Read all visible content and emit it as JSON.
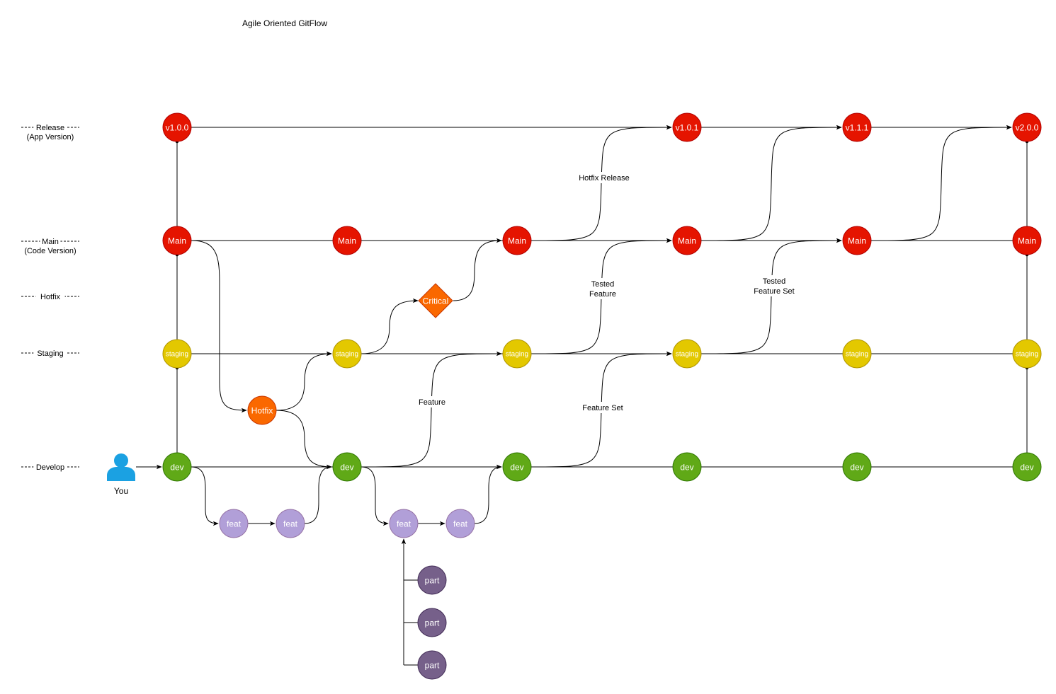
{
  "title": "Agile Oriented GitFlow",
  "actor": {
    "label": "You",
    "icon": "user-icon"
  },
  "lanes": [
    {
      "id": "release",
      "lines": [
        "Release",
        "(App Version)"
      ]
    },
    {
      "id": "main",
      "lines": [
        "Main",
        "(Code Version)"
      ]
    },
    {
      "id": "hotfix",
      "lines": [
        "Hotfix"
      ]
    },
    {
      "id": "staging",
      "lines": [
        "Staging"
      ]
    },
    {
      "id": "develop",
      "lines": [
        "Develop"
      ]
    }
  ],
  "colors": {
    "release": "#e51400",
    "main": "#e51400",
    "staging": "#e3c800",
    "develop": "#60a917",
    "hotfix": "#fa6800",
    "critical": "#fa6800",
    "feature": "#b19fd8",
    "part": "#76608a",
    "actor": "#1ba1e2"
  },
  "nodes": [
    {
      "id": "r1",
      "type": "release",
      "label": "v1.0.0"
    },
    {
      "id": "r2",
      "type": "release",
      "label": "v1.0.1"
    },
    {
      "id": "r3",
      "type": "release",
      "label": "v1.1.1"
    },
    {
      "id": "r4",
      "type": "release",
      "label": "v2.0.0"
    },
    {
      "id": "m1",
      "type": "main",
      "label": "Main"
    },
    {
      "id": "m2",
      "type": "main",
      "label": "Main"
    },
    {
      "id": "m3",
      "type": "main",
      "label": "Main"
    },
    {
      "id": "m4",
      "type": "main",
      "label": "Main"
    },
    {
      "id": "m5",
      "type": "main",
      "label": "Main"
    },
    {
      "id": "m6",
      "type": "main",
      "label": "Main"
    },
    {
      "id": "c1",
      "type": "critical",
      "label": "Critical"
    },
    {
      "id": "s1",
      "type": "staging",
      "label": "staging"
    },
    {
      "id": "s2",
      "type": "staging",
      "label": "staging"
    },
    {
      "id": "s3",
      "type": "staging",
      "label": "staging"
    },
    {
      "id": "s4",
      "type": "staging",
      "label": "staging"
    },
    {
      "id": "s5",
      "type": "staging",
      "label": "staging"
    },
    {
      "id": "s6",
      "type": "staging",
      "label": "staging"
    },
    {
      "id": "h1",
      "type": "hotfix",
      "label": "Hotfix"
    },
    {
      "id": "d1",
      "type": "develop",
      "label": "dev"
    },
    {
      "id": "d2",
      "type": "develop",
      "label": "dev"
    },
    {
      "id": "d3",
      "type": "develop",
      "label": "dev"
    },
    {
      "id": "d4",
      "type": "develop",
      "label": "dev"
    },
    {
      "id": "d5",
      "type": "develop",
      "label": "dev"
    },
    {
      "id": "d6",
      "type": "develop",
      "label": "dev"
    },
    {
      "id": "f1",
      "type": "feature",
      "label": "feat"
    },
    {
      "id": "f2",
      "type": "feature",
      "label": "feat"
    },
    {
      "id": "f3",
      "type": "feature",
      "label": "feat"
    },
    {
      "id": "f4",
      "type": "feature",
      "label": "feat"
    },
    {
      "id": "p1",
      "type": "part",
      "label": "part"
    },
    {
      "id": "p2",
      "type": "part",
      "label": "part"
    },
    {
      "id": "p3",
      "type": "part",
      "label": "part"
    }
  ],
  "edge_labels": [
    {
      "id": "hotfix-release",
      "lines": [
        "Hotfix Release"
      ]
    },
    {
      "id": "tested-feature",
      "lines": [
        "Tested",
        "Feature"
      ]
    },
    {
      "id": "tested-feature-set",
      "lines": [
        "Tested",
        "Feature Set"
      ]
    },
    {
      "id": "feature",
      "lines": [
        "Feature"
      ]
    },
    {
      "id": "feature-set",
      "lines": [
        "Feature Set"
      ]
    }
  ]
}
